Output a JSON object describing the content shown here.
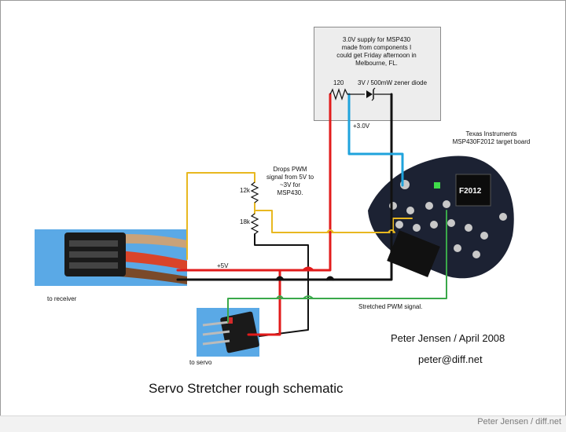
{
  "supply_note": {
    "lines": [
      "3.0V supply for MSP430",
      "made from components I",
      "could get Friday afternoon in",
      "Melbourne, FL."
    ],
    "resistor_label": "120",
    "zener_label": "3V / 500mW zener diode",
    "rail_label": "+3.0V"
  },
  "target_board": {
    "lines": [
      "Texas Instruments",
      "MSP430F2012 target board"
    ],
    "chip_label": "F2012"
  },
  "divider": {
    "lines": [
      "Drops PWM",
      "signal from 5V to",
      "~3V for",
      "MSP430."
    ],
    "r_top": "12k",
    "r_bottom": "18k"
  },
  "plus5v_label": "+5V",
  "receiver_label": "to receiver",
  "servo_label": "to servo",
  "pwm_label": "Stretched PWM signal.",
  "author": "Peter Jensen / April 2008",
  "email": "peter@diff.net",
  "title": "Servo Stretcher rough schematic",
  "watermark": "Peter Jensen / diff.net",
  "colors": {
    "red_wire": "#e21b1b",
    "black_wire": "#111111",
    "yellow_wire": "#e8b820",
    "blue_wire": "#1fa3dc",
    "green_wire": "#3aa84a",
    "board": "#1c2233"
  }
}
